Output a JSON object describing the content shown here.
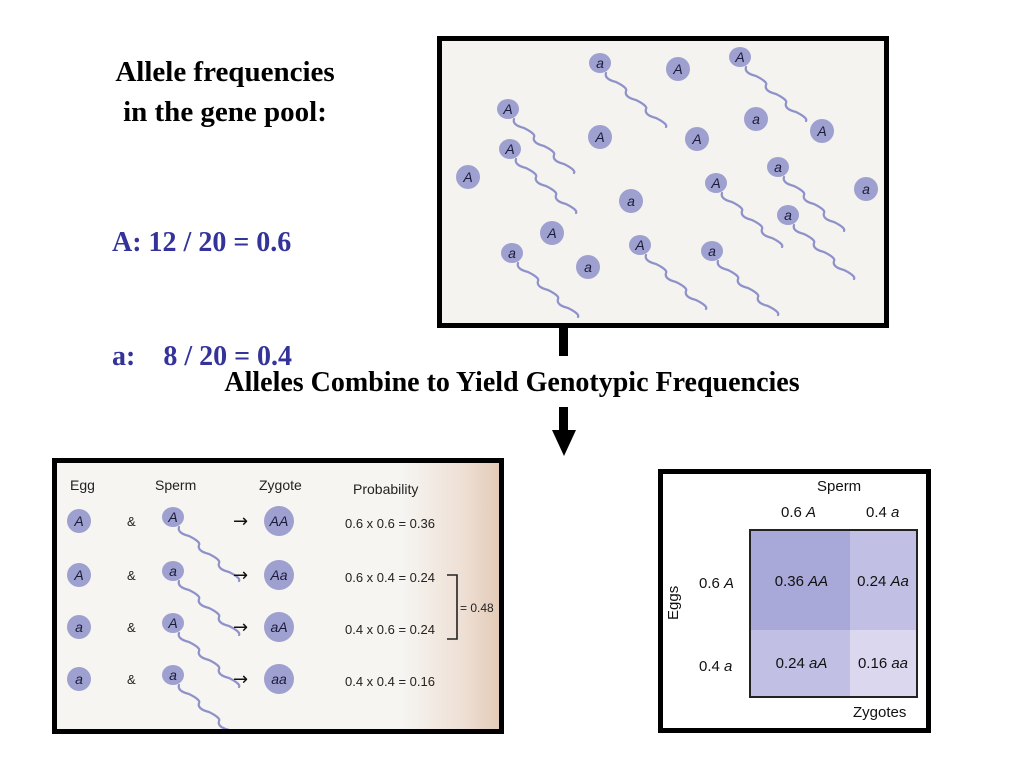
{
  "header": {
    "title_line1": "Allele frequencies",
    "title_line2": "in the gene pool:",
    "freq_A": "A: 12 / 20 = 0.6",
    "freq_a": "a:    8 / 20 = 0.4"
  },
  "colors": {
    "frequency_text": "#33339a",
    "allele_circle": "#9ea0cf",
    "sperm_tail": "#8f92c9",
    "cell_dark": "#a9a9d9",
    "cell_mid": "#c1c0e4",
    "cell_light": "#dad7ef"
  },
  "gene_pool": {
    "sperm": [
      {
        "label": "a"
      },
      {
        "label": "A"
      },
      {
        "label": "A"
      },
      {
        "label": "A"
      },
      {
        "label": "A"
      },
      {
        "label": "a"
      },
      {
        "label": "A"
      },
      {
        "label": "A"
      },
      {
        "label": "A"
      },
      {
        "label": "a"
      },
      {
        "label": "A"
      },
      {
        "label": "a"
      },
      {
        "label": "a"
      },
      {
        "label": "a"
      },
      {
        "label": "A"
      },
      {
        "label": "a"
      },
      {
        "label": "a"
      },
      {
        "label": "A"
      },
      {
        "label": "A"
      },
      {
        "label": "a"
      }
    ]
  },
  "connector_label": "Alleles Combine to Yield Genotypic Frequencies",
  "combination_table": {
    "headers": [
      "Egg",
      "Sperm",
      "Zygote",
      "Probability"
    ],
    "rows": [
      {
        "egg": "A",
        "amp": "&",
        "sperm": "A",
        "arrow": "→",
        "zygote": "AA",
        "probability": "0.6 x 0.6 = 0.36"
      },
      {
        "egg": "A",
        "amp": "&",
        "sperm": "a",
        "arrow": "→",
        "zygote": "Aa",
        "probability": "0.6 x 0.4 = 0.24"
      },
      {
        "egg": "a",
        "amp": "&",
        "sperm": "A",
        "arrow": "→",
        "zygote": "aA",
        "probability": "0.4 x 0.6 = 0.24"
      },
      {
        "egg": "a",
        "amp": "&",
        "sperm": "a",
        "arrow": "→",
        "zygote": "aa",
        "probability": "0.4 x 0.4 = 0.16"
      }
    ],
    "bracket_sum": "= 0.48"
  },
  "punnett": {
    "top_label": "Sperm",
    "col_labels": [
      {
        "num": "0.6",
        "allele": "A"
      },
      {
        "num": "0.4",
        "allele": "a"
      }
    ],
    "side_label": "Eggs",
    "row_labels": [
      {
        "num": "0.6",
        "allele": "A"
      },
      {
        "num": "0.4",
        "allele": "a"
      }
    ],
    "cells": [
      {
        "num": "0.36",
        "geno": "AA"
      },
      {
        "num": "0.24",
        "geno": "Aa"
      },
      {
        "num": "0.24",
        "geno": "aA"
      },
      {
        "num": "0.16",
        "geno": "aa"
      }
    ],
    "bottom_label": "Zygotes"
  }
}
